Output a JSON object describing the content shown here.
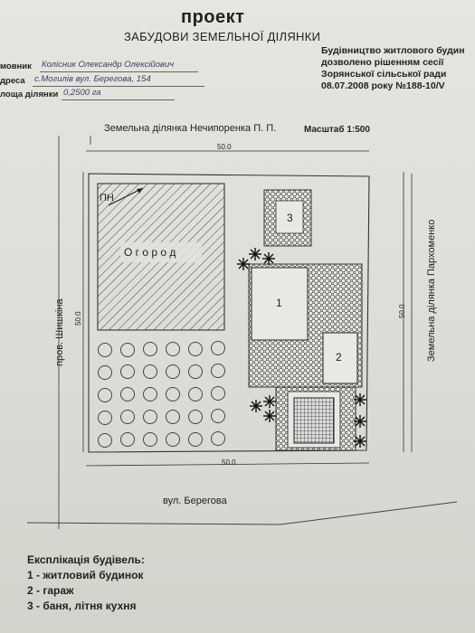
{
  "header": {
    "title": "проект",
    "subtitle": "ЗАБУДОВИ ЗЕМЕЛЬНОЇ ДІЛЯНКИ"
  },
  "info": {
    "customer_label": "мовник",
    "customer_value": "Колісник Олександр Олексійович",
    "address_label": "дреса",
    "address_value": "с.Могилів вул. Берегова, 154",
    "area_label": "лоща ділянки",
    "area_value": "0,2500 га"
  },
  "notice": {
    "line1": "Будівництво житлового будин",
    "line2": "дозволено рішенням  сесії",
    "line3": "Зорянської сільської ради",
    "line4": "08.07.2008 року №188-10/V"
  },
  "plan": {
    "neighbor_top": "Земельна ділянка  Нечипоренка П. П.",
    "scale": "Масштаб 1:500",
    "neighbor_right": "Земельна ділянка Пархоменко",
    "lane_left": "пров. Шишкіна",
    "street_bottom": "вул. Берегова",
    "dim_top": "50.0",
    "dim_bottom": "50.0",
    "dim_left": "50.0",
    "dim_right": "50.0",
    "north_mark": "ПН",
    "garden_label": "О г о р о д",
    "building_1": "1",
    "building_2": "2",
    "building_3": "3"
  },
  "legend": {
    "title": "Експлікація будівель:",
    "item1": "1 - житловий будинок",
    "item2": "2 - гараж",
    "item3": "3 - баня, літня кухня"
  },
  "colors": {
    "paper": "#e3e2dc",
    "ink": "#222222",
    "handwriting": "#3a3f6b"
  }
}
